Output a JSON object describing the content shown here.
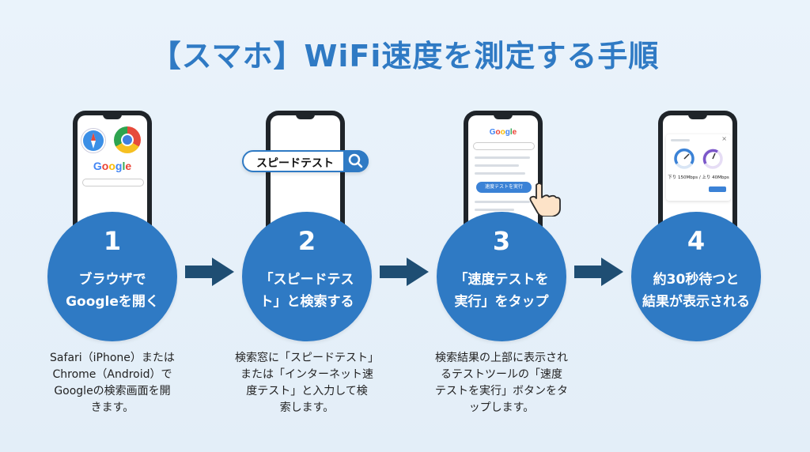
{
  "title": "【スマホ】WiFi速度を測定する手順",
  "colors": {
    "accent": "#2f7ac4",
    "arrow": "#1f4e73",
    "text": "#222222"
  },
  "steps": [
    {
      "number": "1",
      "label": "ブラウザで\nGoogleを開く",
      "description": "Safari（iPhone）または\nChrome（Android）で\nGoogleの検索画面を開\nきます。",
      "phone": {
        "logo": "Google",
        "icons": [
          "safari-icon",
          "chrome-icon"
        ]
      }
    },
    {
      "number": "2",
      "label": "「スピードテス\nト」と検索する",
      "description": "検索窓に「スピードテスト」\nまたは「インターネット速\n度テスト」と入力して検\n索します。",
      "search_text": "スピードテスト"
    },
    {
      "number": "3",
      "label": "「速度テストを\n実行」をタップ",
      "description": "検索結果の上部に表示され\nるテストツールの「速度\nテストを実行」ボタンをタ\nップします。",
      "phone": {
        "logo": "Google",
        "button": "速度テストを実行"
      }
    },
    {
      "number": "4",
      "label": "約30秒待つと\n結果が表示される",
      "description": "",
      "phone": {
        "result": "下り 150Mbps / 上り 40Mbps"
      }
    }
  ]
}
